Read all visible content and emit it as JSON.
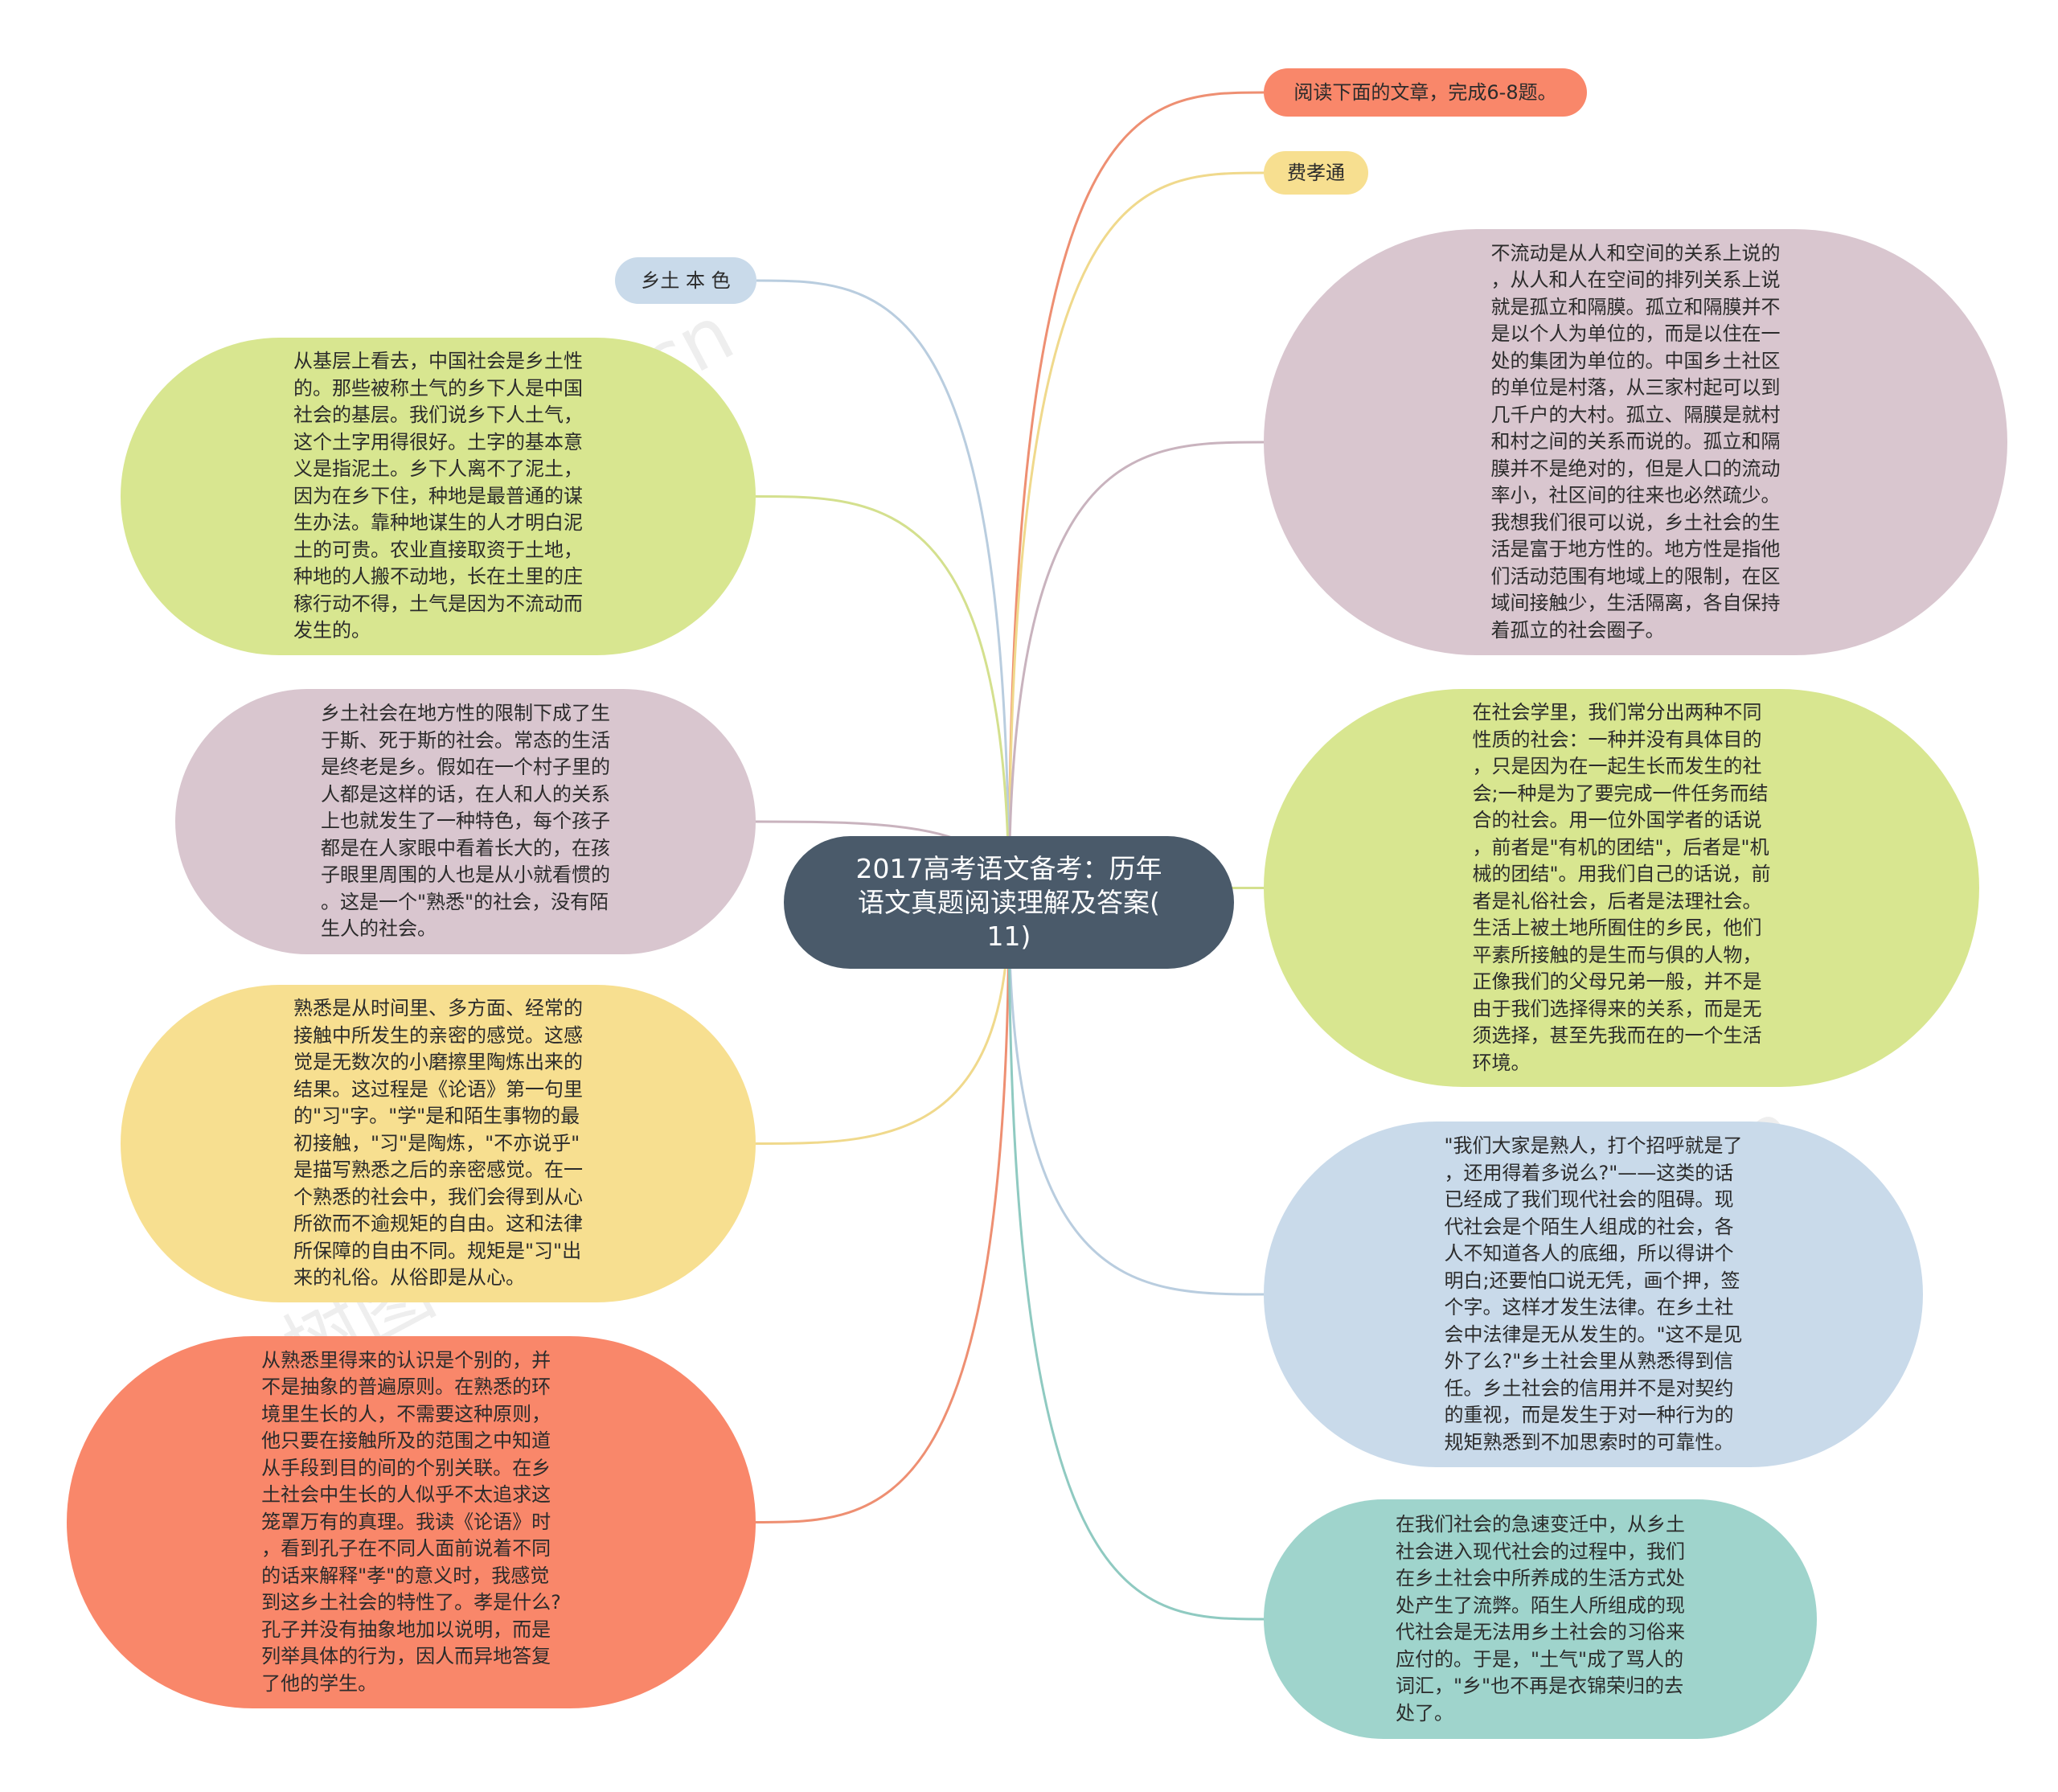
{
  "colors": {
    "center": "#4a5a6a",
    "salmon": "#f9876a",
    "yellow": "#f7df90",
    "mauve": "#d9c6cf",
    "green": "#d8e690",
    "blue": "#c9daea",
    "teal": "#9fd4cc"
  },
  "center": {
    "title": "2017高考语文备考：历年\n语文真题阅读理解及答案(\n11)"
  },
  "watermark": "树图 shutu.cn",
  "nodes": [
    {
      "id": "prompt",
      "shape": "pill",
      "color": "salmon",
      "text": "阅读下面的文章，完成6-8题。"
    },
    {
      "id": "author",
      "shape": "pill",
      "color": "yellow",
      "text": "费孝通"
    },
    {
      "id": "title",
      "shape": "pill",
      "color": "blue",
      "text": "乡土 本 色"
    },
    {
      "id": "p1",
      "shape": "blob",
      "color": "green",
      "text": "从基层上看去，中国社会是乡土性\n的。那些被称土气的乡下人是中国\n社会的基层。我们说乡下人土气，\n这个土字用得很好。土字的基本意\n义是指泥土。乡下人离不了泥土，\n因为在乡下住，种地是最普通的谋\n生办法。靠种地谋生的人才明白泥\n土的可贵。农业直接取资于土地，\n种地的人搬不动地，长在土里的庄\n稼行动不得，土气是因为不流动而\n发生的。"
    },
    {
      "id": "p2",
      "shape": "blob",
      "color": "mauve",
      "text": "乡土社会在地方性的限制下成了生\n于斯、死于斯的社会。常态的生活\n是终老是乡。假如在一个村子里的\n人都是这样的话，在人和人的关系\n上也就发生了一种特色，每个孩子\n都是在人家眼中看着长大的，在孩\n子眼里周围的人也是从小就看惯的\n。这是一个\"熟悉\"的社会，没有陌\n生人的社会。"
    },
    {
      "id": "p3",
      "shape": "blob",
      "color": "yellow",
      "text": "熟悉是从时间里、多方面、经常的\n接触中所发生的亲密的感觉。这感\n觉是无数次的小磨擦里陶炼出来的\n结果。这过程是《论语》第一句里\n的\"习\"字。\"学\"是和陌生事物的最\n初接触，\"习\"是陶炼，\"不亦说乎\"\n是描写熟悉之后的亲密感觉。在一\n个熟悉的社会中，我们会得到从心\n所欲而不逾规矩的自由。这和法律\n所保障的自由不同。规矩是\"习\"出\n来的礼俗。从俗即是从心。"
    },
    {
      "id": "p4",
      "shape": "blob",
      "color": "salmon",
      "text": "从熟悉里得来的认识是个别的，并\n不是抽象的普遍原则。在熟悉的环\n境里生长的人，不需要这种原则，\n他只要在接触所及的范围之中知道\n从手段到目的间的个别关联。在乡\n土社会中生长的人似乎不太追求这\n笼罩万有的真理。我读《论语》时\n，看到孔子在不同人面前说着不同\n的话来解释\"孝\"的意义时，我感觉\n到这乡土社会的特性了。孝是什么?\n孔子并没有抽象地加以说明，而是\n列举具体的行为，因人而异地答复\n了他的学生。"
    },
    {
      "id": "p5",
      "shape": "blob",
      "color": "mauve",
      "text": "不流动是从人和空间的关系上说的\n，从人和人在空间的排列关系上说\n就是孤立和隔膜。孤立和隔膜并不\n是以个人为单位的，而是以住在一\n处的集团为单位的。中国乡土社区\n的单位是村落，从三家村起可以到\n几千户的大村。孤立、隔膜是就村\n和村之间的关系而说的。孤立和隔\n膜并不是绝对的，但是人口的流动\n率小，社区间的往来也必然疏少。\n我想我们很可以说，乡土社会的生\n活是富于地方性的。地方性是指他\n们活动范围有地域上的限制，在区\n域间接触少，生活隔离，各自保持\n着孤立的社会圈子。"
    },
    {
      "id": "p6",
      "shape": "blob",
      "color": "green",
      "text": "在社会学里，我们常分出两种不同\n性质的社会：一种并没有具体目的\n，只是因为在一起生长而发生的社\n会;一种是为了要完成一件任务而结\n合的社会。用一位外国学者的话说\n，前者是\"有机的团结\"，后者是\"机\n械的团结\"。用我们自己的话说，前\n者是礼俗社会，后者是法理社会。\n生活上被土地所囿住的乡民，他们\n平素所接触的是生而与俱的人物，\n正像我们的父母兄弟一般，并不是\n由于我们选择得来的关系，而是无\n须选择，甚至先我而在的一个生活\n环境。"
    },
    {
      "id": "p7",
      "shape": "blob",
      "color": "blue",
      "text": "\"我们大家是熟人，打个招呼就是了\n，还用得着多说么?\"——这类的话\n已经成了我们现代社会的阻碍。现\n代社会是个陌生人组成的社会，各\n人不知道各人的底细，所以得讲个\n明白;还要怕口说无凭，画个押，签\n个字。这样才发生法律。在乡土社\n会中法律是无从发生的。\"这不是见\n外了么?\"乡土社会里从熟悉得到信\n任。乡土社会的信用并不是对契约\n的重视，而是发生于对一种行为的\n规矩熟悉到不加思索时的可靠性。"
    },
    {
      "id": "p8",
      "shape": "blob",
      "color": "teal",
      "text": "在我们社会的急速变迁中，从乡土\n社会进入现代社会的过程中，我们\n在乡土社会中所养成的生活方式处\n处产生了流弊。陌生人所组成的现\n代社会是无法用乡土社会的习俗来\n应付的。于是，\"土气\"成了骂人的\n词汇，\"乡\"也不再是衣锦荣归的去\n处了。"
    }
  ]
}
